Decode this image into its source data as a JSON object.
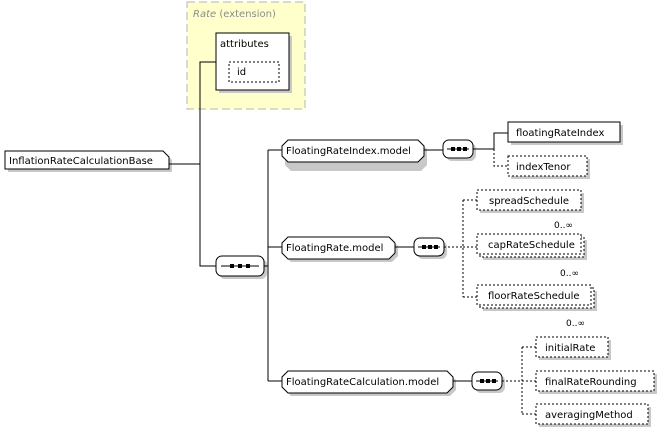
{
  "extension": {
    "type_name": "Rate",
    "suffix": " (extension)",
    "attributes_label": "attributes",
    "attribute_id": "id"
  },
  "root": {
    "label": "InflationRateCalculationBase"
  },
  "groups": {
    "floating_rate_index_model": {
      "label": "FloatingRateIndex.model",
      "items": [
        {
          "label": "floatingRateIndex"
        },
        {
          "label": "indexTenor"
        }
      ]
    },
    "floating_rate_model": {
      "label": "FloatingRate.model",
      "items": [
        {
          "label": "spreadSchedule",
          "occurrence": "0..∞"
        },
        {
          "label": "capRateSchedule",
          "occurrence": "0..∞"
        },
        {
          "label": "floorRateSchedule",
          "occurrence": "0..∞"
        }
      ]
    },
    "floating_rate_calculation_model": {
      "label": "FloatingRateCalculation.model",
      "items": [
        {
          "label": "initialRate"
        },
        {
          "label": "finalRateRounding"
        },
        {
          "label": "averagingMethod"
        }
      ]
    }
  },
  "colors": {
    "extension_fill": "#ffffcc",
    "extension_border": "#b4b4b4",
    "line": "#000000",
    "shadow": "#c8c8c8"
  }
}
